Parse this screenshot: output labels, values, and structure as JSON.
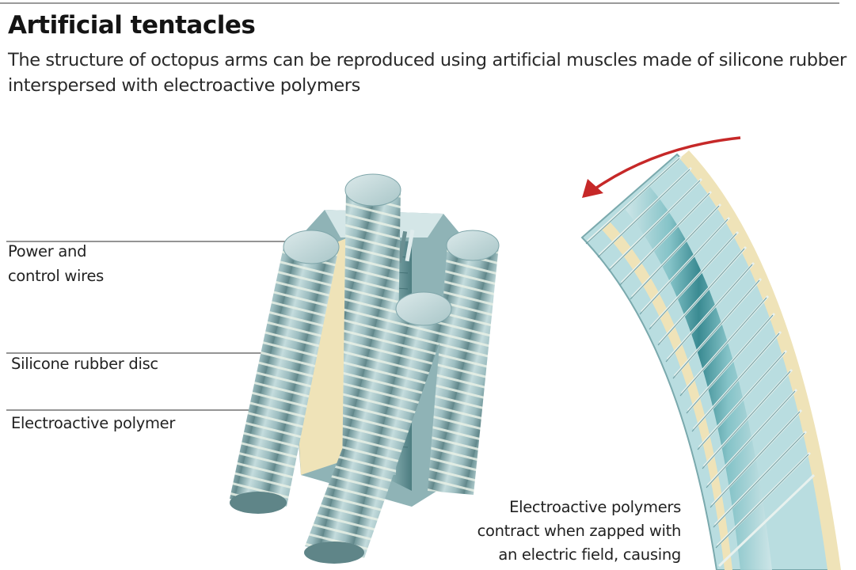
{
  "title": "Artificial tentacles",
  "subtitle": "The structure of octopus arms can be reproduced using artificial muscles made of silicone rubber interspersed with electroactive polymers",
  "labels": {
    "power_line1": "Power and",
    "power_line2": "control wires",
    "silicone_disc": "Silicone rubber disc",
    "electroactive": "Electroactive polymer"
  },
  "caption": {
    "line1": "Electroactive polymers",
    "line2": "contract when zapped with",
    "line3": "an electric field, causing"
  },
  "colors": {
    "tube_fill": "#b8d4d6",
    "tube_ring": "#e8f0e4",
    "tube_dark": "#7fa6aa",
    "polymer_band": "#efe3b8",
    "segment_fill": "#b9dde0",
    "segment_core": "#2f8a92",
    "arrow_red": "#c62828",
    "leader_line": "#555555"
  }
}
